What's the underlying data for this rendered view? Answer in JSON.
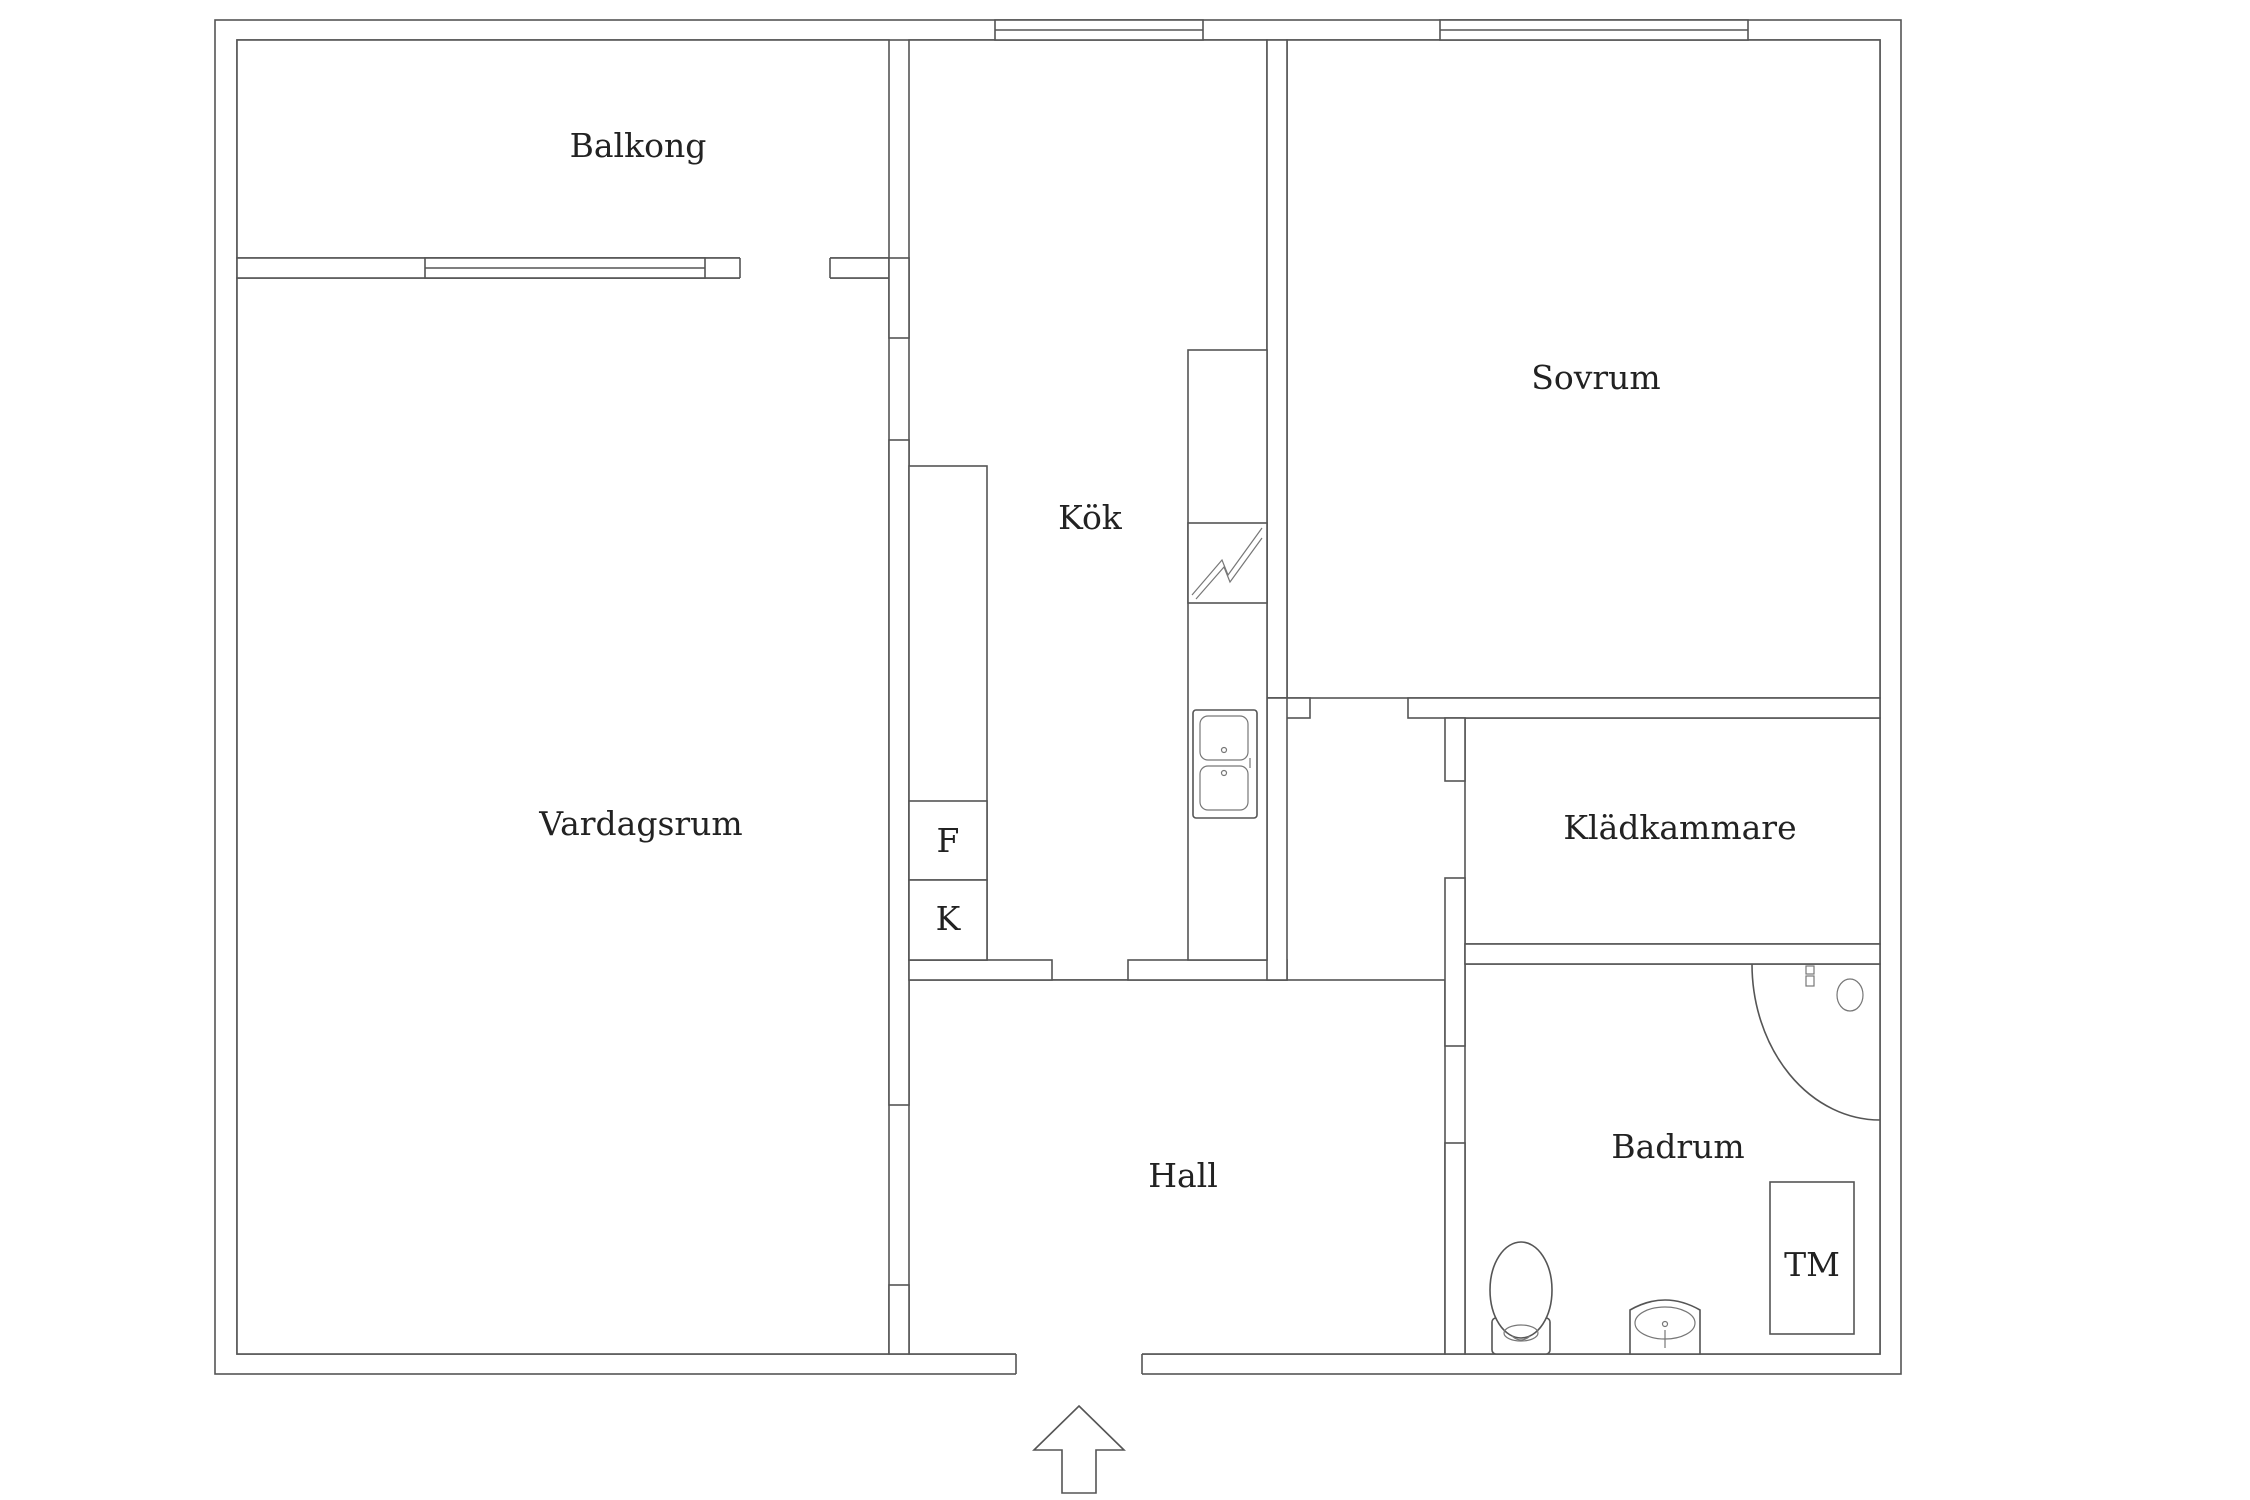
{
  "rooms": {
    "balcony": "Balkong",
    "kitchen": "Kök",
    "bedroom": "Sovrum",
    "living_room": "Vardagsrum",
    "walk_in_closet": "Klädkammare",
    "bathroom": "Badrum",
    "hall": "Hall"
  },
  "fixtures": {
    "fridge": "F",
    "freezer": "K",
    "washer": "TM"
  },
  "icons": [
    "entrance-arrow-icon",
    "stove-icon",
    "sink-icon",
    "toilet-icon",
    "washbasin-icon",
    "shower-icon"
  ],
  "colors": {
    "wall_stroke": "#555555",
    "background": "#ffffff"
  }
}
